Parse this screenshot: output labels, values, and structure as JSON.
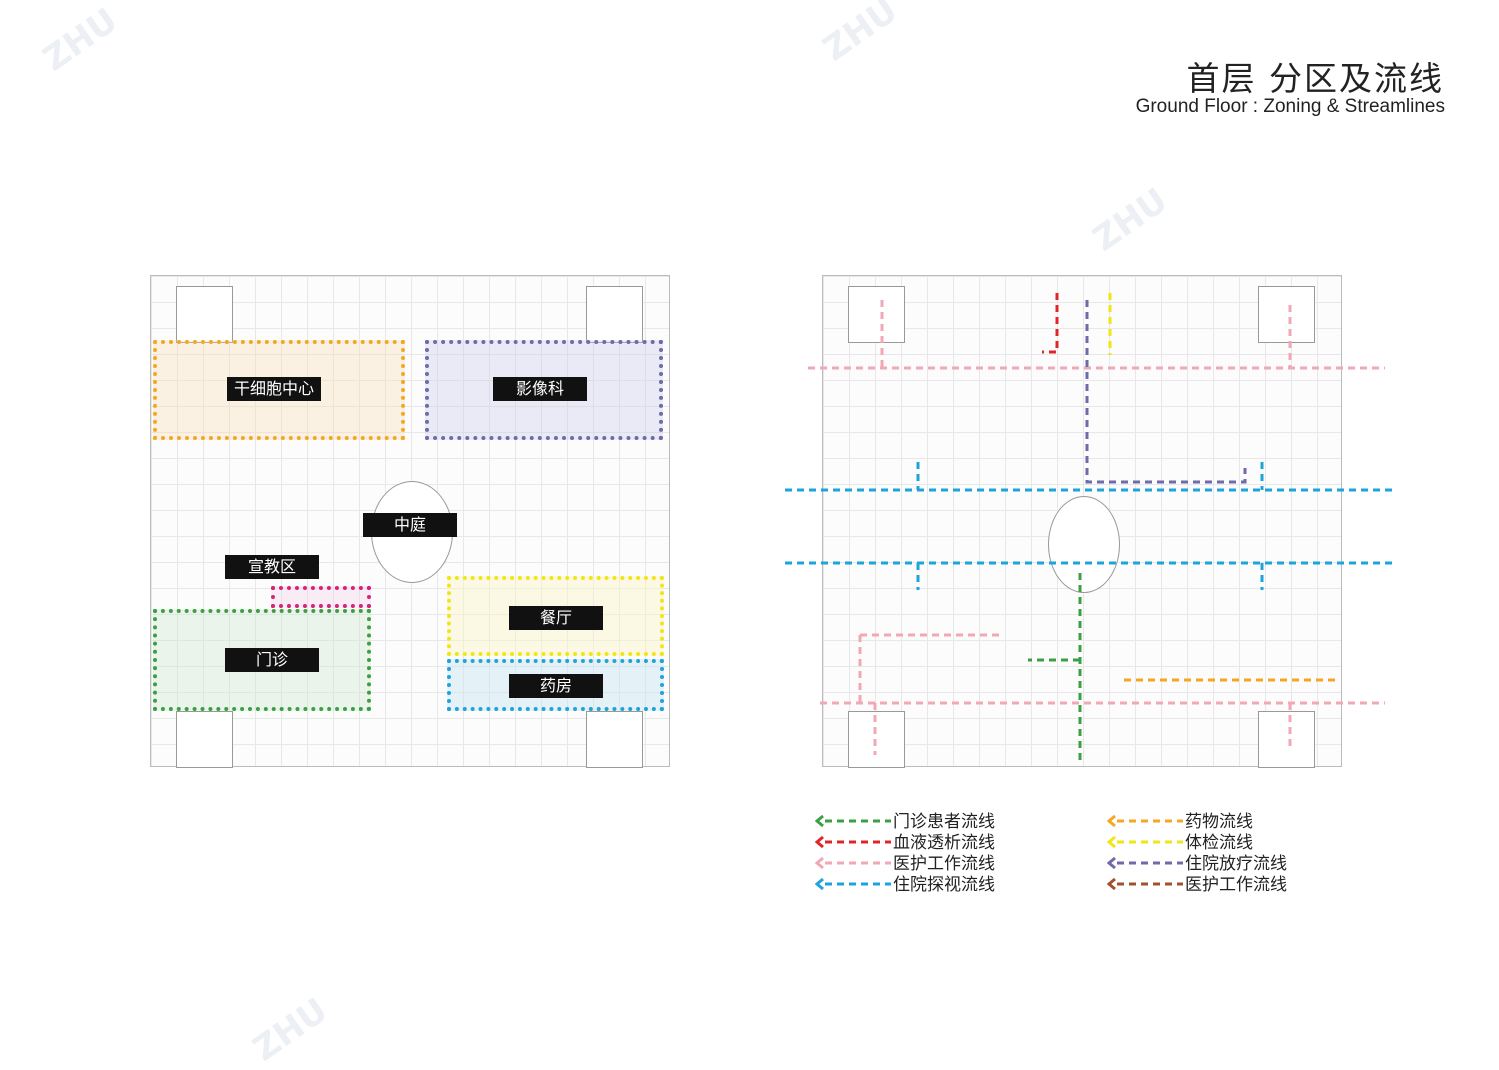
{
  "title": {
    "cn": "首层  分区及流线",
    "en": "Ground Floor  :  Zoning & Streamlines"
  },
  "zoning_plan": {
    "zones": [
      {
        "label": "干细胞中心",
        "color": "#f5a623"
      },
      {
        "label": "影像科",
        "color": "#6f6aa8"
      },
      {
        "label": "门诊",
        "color": "#3aa043"
      },
      {
        "label": "餐厅",
        "color": "#f2e516"
      },
      {
        "label": "药房",
        "color": "#1ea3dc"
      },
      {
        "label": "",
        "color": "#d6237d"
      }
    ],
    "labels": {
      "atrium": "中庭",
      "education": "宣教区"
    }
  },
  "legend": {
    "left": [
      {
        "label": "门诊患者流线",
        "color": "#3aa043"
      },
      {
        "label": "血液透析流线",
        "color": "#e0242a"
      },
      {
        "label": "医护工作流线",
        "color": "#f2a7b5"
      },
      {
        "label": "住院探视流线",
        "color": "#1ea3dc"
      }
    ],
    "right": [
      {
        "label": "药物流线",
        "color": "#f5a623"
      },
      {
        "label": "体检流线",
        "color": "#f2e516"
      },
      {
        "label": "住院放疗流线",
        "color": "#6f6aa8"
      },
      {
        "label": "医护工作流线",
        "color": "#a0522d"
      }
    ]
  }
}
